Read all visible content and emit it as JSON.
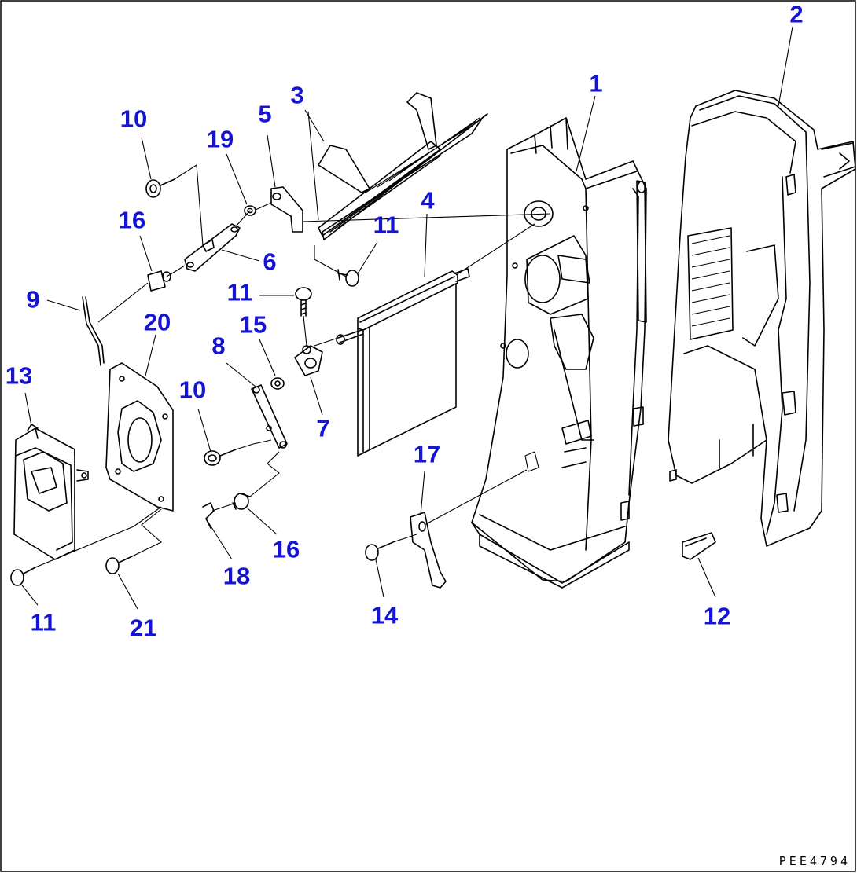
{
  "diagram": {
    "drawing_code": "PEE4794",
    "accent_color": "#1414d2",
    "callouts": [
      {
        "id": "c1",
        "label": "1"
      },
      {
        "id": "c2",
        "label": "2"
      },
      {
        "id": "c3",
        "label": "3"
      },
      {
        "id": "c4",
        "label": "4"
      },
      {
        "id": "c5",
        "label": "5"
      },
      {
        "id": "c6",
        "label": "6"
      },
      {
        "id": "c7",
        "label": "7"
      },
      {
        "id": "c8",
        "label": "8"
      },
      {
        "id": "c9",
        "label": "9"
      },
      {
        "id": "c10a",
        "label": "10"
      },
      {
        "id": "c10b",
        "label": "10"
      },
      {
        "id": "c11a",
        "label": "11"
      },
      {
        "id": "c11b",
        "label": "11"
      },
      {
        "id": "c11c",
        "label": "11"
      },
      {
        "id": "c12",
        "label": "12"
      },
      {
        "id": "c13",
        "label": "13"
      },
      {
        "id": "c14",
        "label": "14"
      },
      {
        "id": "c15",
        "label": "15"
      },
      {
        "id": "c16a",
        "label": "16"
      },
      {
        "id": "c16b",
        "label": "16"
      },
      {
        "id": "c17",
        "label": "17"
      },
      {
        "id": "c18",
        "label": "18"
      },
      {
        "id": "c19",
        "label": "19"
      },
      {
        "id": "c20",
        "label": "20"
      },
      {
        "id": "c21",
        "label": "21"
      }
    ]
  }
}
